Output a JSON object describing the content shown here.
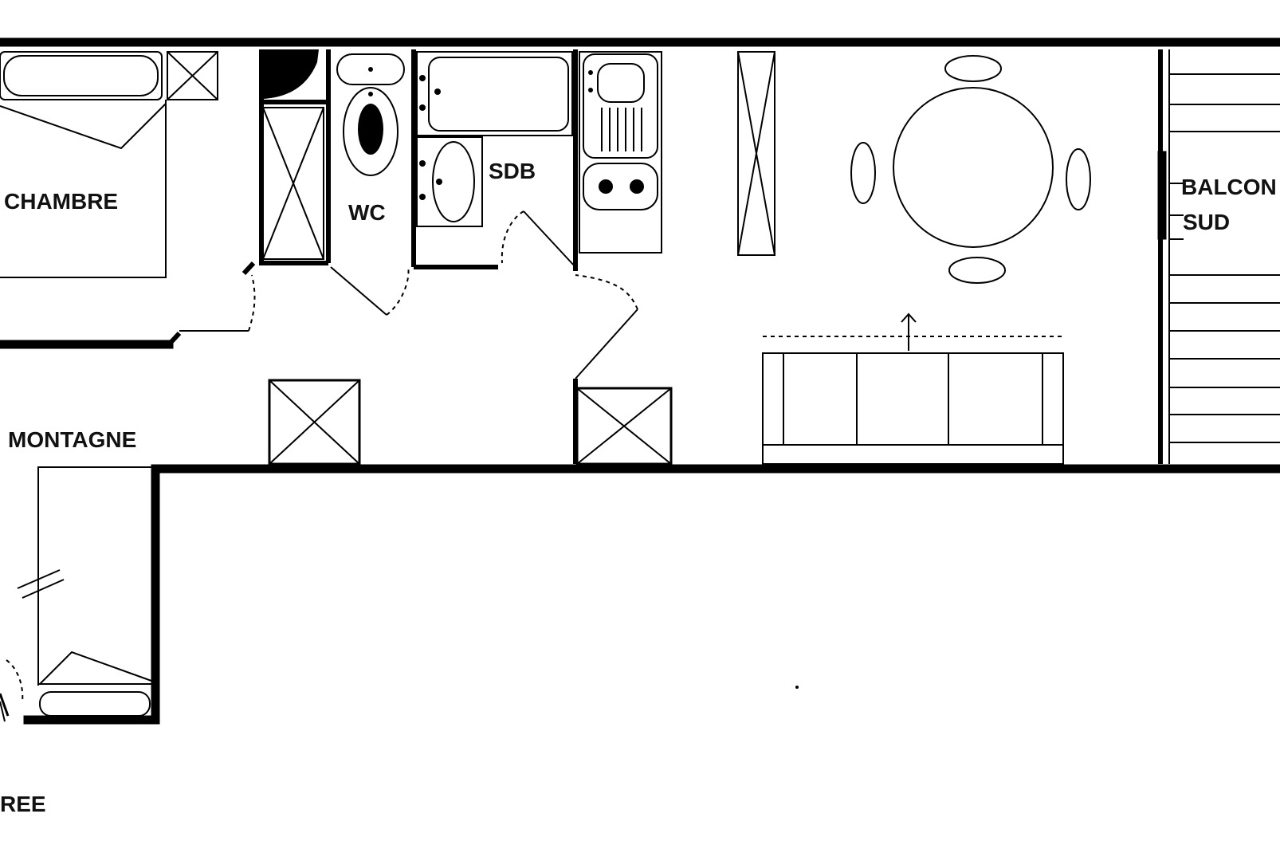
{
  "plan": {
    "rooms": {
      "chambre": "CHAMBRE",
      "wc": "WC",
      "sdb": "SDB",
      "montagne": "MONTAGNE",
      "balcon_line1": "BALCON",
      "balcon_line2": "SUD",
      "entree": "REE"
    }
  }
}
